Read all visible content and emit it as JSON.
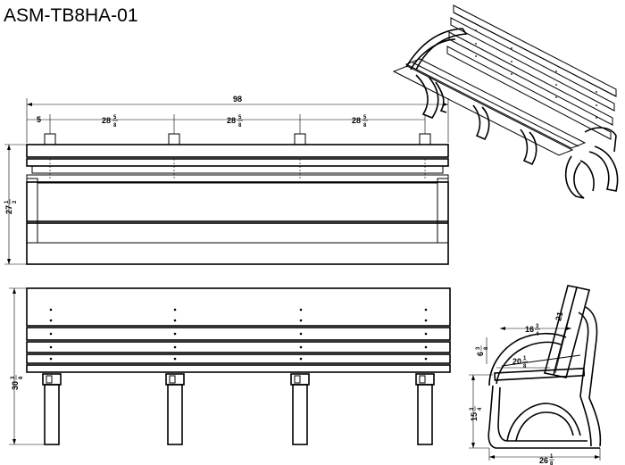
{
  "title": "ASM-TB8HA-01",
  "front_view": {
    "overall_width": "98",
    "end_offset": "5",
    "spacing": {
      "whole": "28",
      "num": "5",
      "den": "8"
    },
    "height": {
      "whole": "27",
      "num": "1",
      "den": "2"
    }
  },
  "rear_view": {
    "height": {
      "whole": "30",
      "num": "3",
      "den": "8"
    }
  },
  "side_view": {
    "back_height": "21",
    "seat_depth": {
      "whole": "16",
      "num": "3",
      "den": "4"
    },
    "arm_height": {
      "whole": "6",
      "num": "3",
      "den": "8"
    },
    "arm_depth": {
      "whole": "20",
      "num": "1",
      "den": "8"
    },
    "seat_height": {
      "whole": "15",
      "num": "3",
      "den": "4"
    },
    "base_depth": {
      "whole": "26",
      "num": "1",
      "den": "8"
    }
  }
}
